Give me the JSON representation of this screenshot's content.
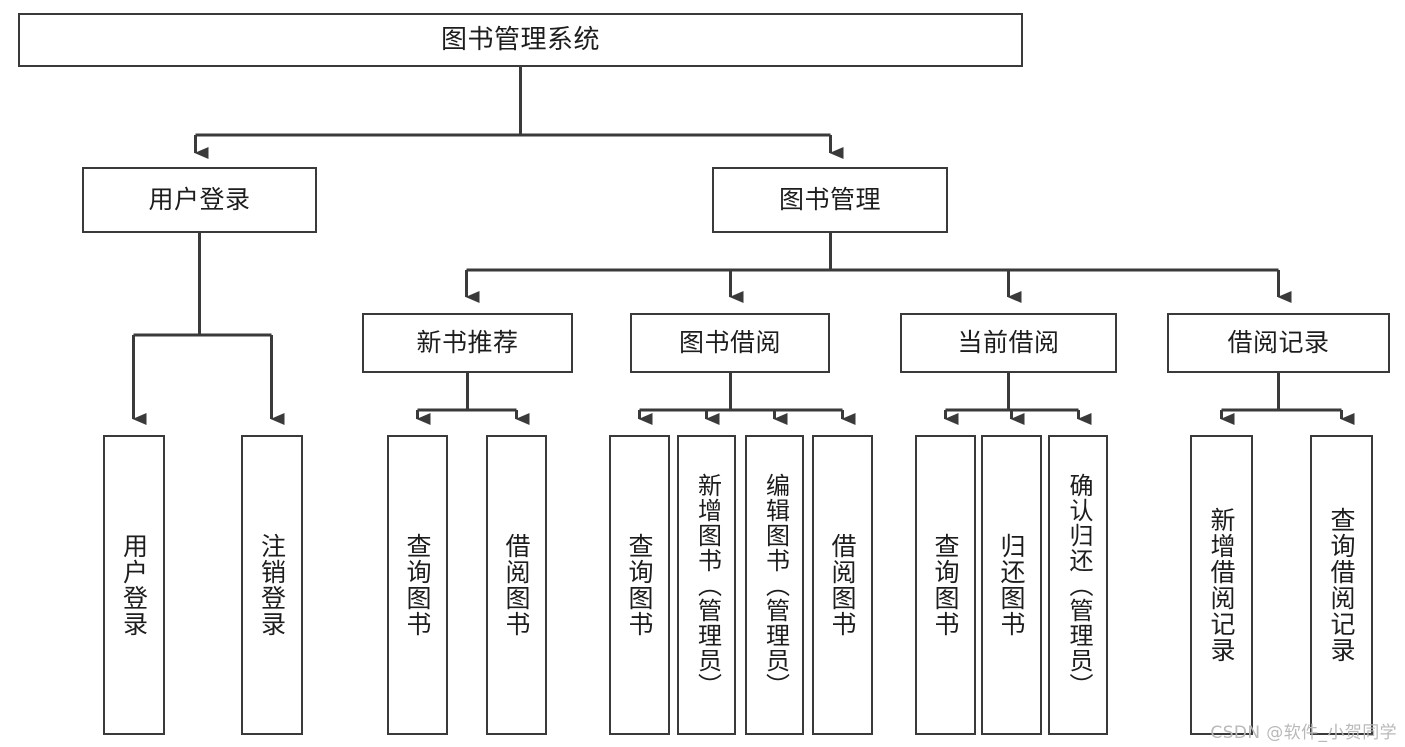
{
  "diagram": {
    "title": "图书管理系统",
    "type": "tree-hierarchy",
    "watermark": "CSDN @软件_小贺同学",
    "colors": {
      "box_border": "#3a3a3a",
      "box_fill": "#ffffff",
      "connector": "#3a3a3a",
      "text": "#1d1d1d",
      "watermark": "#b9b9b9",
      "background": "#ffffff"
    }
  },
  "nodes": {
    "root": {
      "label": "图书管理系统"
    },
    "level2": [
      {
        "id": "user-login",
        "label": "用户登录"
      },
      {
        "id": "book-management",
        "label": "图书管理"
      }
    ],
    "level3": [
      {
        "id": "new-book-recommend",
        "label": "新书推荐"
      },
      {
        "id": "book-borrow",
        "label": "图书借阅"
      },
      {
        "id": "current-borrow",
        "label": "当前借阅"
      },
      {
        "id": "borrow-record",
        "label": "借阅记录"
      }
    ],
    "leaves": {
      "user_login": [
        {
          "id": "leaf-user-login",
          "label": "用户登录"
        },
        {
          "id": "leaf-logout-login",
          "label": "注销登录"
        }
      ],
      "new_book_recommend": [
        {
          "id": "leaf-query-book-1",
          "label": "查询图书"
        },
        {
          "id": "leaf-borrow-book-1",
          "label": "借阅图书"
        }
      ],
      "book_borrow": [
        {
          "id": "leaf-query-book-2",
          "label": "查询图书"
        },
        {
          "id": "leaf-add-book-admin",
          "label": "新增图书（管理员）"
        },
        {
          "id": "leaf-edit-book-admin",
          "label": "编辑图书（管理员）"
        },
        {
          "id": "leaf-borrow-book-2",
          "label": "借阅图书"
        }
      ],
      "current_borrow": [
        {
          "id": "leaf-query-book-3",
          "label": "查询图书"
        },
        {
          "id": "leaf-return-book",
          "label": "归还图书"
        },
        {
          "id": "leaf-confirm-return-admin",
          "label": "确认归还（管理员）"
        }
      ],
      "borrow_record": [
        {
          "id": "leaf-add-borrow-record",
          "label": "新增借阅记录"
        },
        {
          "id": "leaf-query-borrow-record",
          "label": "查询借阅记录"
        }
      ]
    }
  }
}
